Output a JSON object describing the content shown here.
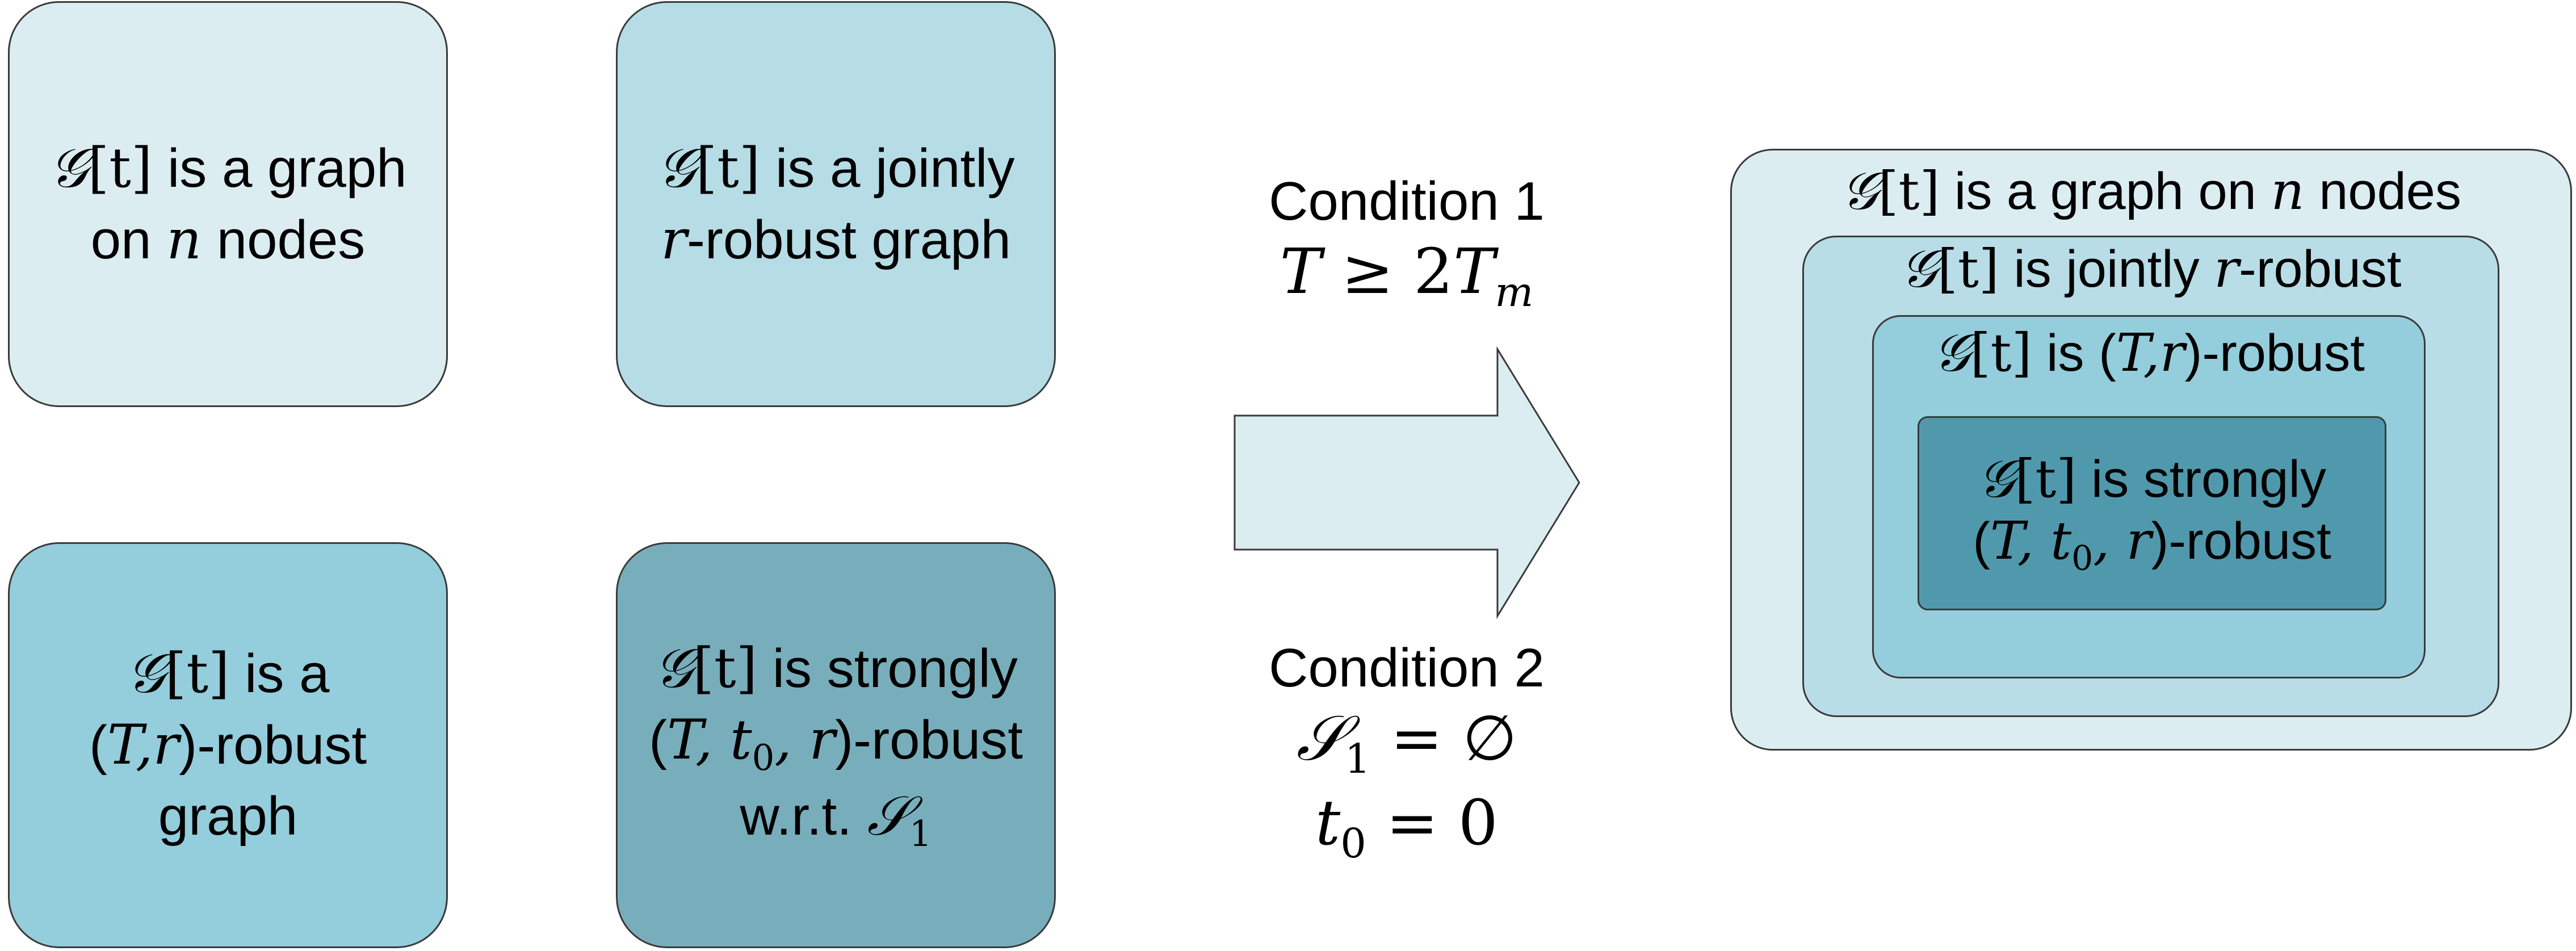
{
  "colors": {
    "box1": "#dcedf2",
    "box2": "#b6dce6",
    "box3": "#94cddb",
    "box4": "#78aebc",
    "nest1": "#dcedf2",
    "nest2": "#b8dde7",
    "nest3": "#94cddb",
    "nest4": "#5099ad",
    "arrow": "#dcedf2"
  },
  "graph_symbol": "𝒢",
  "t_symbol": "[t]",
  "boxes": {
    "box1": {
      "line1_rest": " is a graph",
      "line2_pre": "on ",
      "line2_var": "n",
      "line2_post": " nodes"
    },
    "box2": {
      "line1_rest": " is a jointly",
      "line2_var": "r",
      "line2_post": "-robust graph"
    },
    "box3": {
      "line1_rest": " is a",
      "line2_open": "(",
      "line2_math": "T,r",
      "line2_post": ")-robust",
      "line3": "graph"
    },
    "box4": {
      "line1_rest": " is strongly",
      "line2_open": "(",
      "line2_T": "T, ",
      "line2_t": "t",
      "line2_sub": "0",
      "line2_r": ", r",
      "line2_post": ")-robust",
      "line3_pre": "w.r.t. ",
      "line3_S": "𝒮",
      "line3_sub": "1"
    }
  },
  "conditions": {
    "c1_title": "Condition 1",
    "c1_expr_left": "T",
    "c1_expr_op": " ≥ 2",
    "c1_expr_right": "T",
    "c1_expr_sub": "m",
    "c2_title": "Condition 2",
    "c2_expr1_S": "𝒮",
    "c2_expr1_sub": "1",
    "c2_expr1_rest": " = ∅",
    "c2_expr2_t": "t",
    "c2_expr2_sub": "0",
    "c2_expr2_rest": " = 0"
  },
  "nested": {
    "n1": {
      "rest": " is a graph on ",
      "var": "n",
      "post": " nodes"
    },
    "n2": {
      "rest": " is jointly ",
      "var": "r",
      "post": "-robust"
    },
    "n3": {
      "rest": " is (",
      "math": "T,r",
      "post": ")-robust"
    },
    "n4": {
      "rest": " is strongly",
      "line2_open": "(",
      "line2_T": "T, ",
      "line2_t": "t",
      "line2_sub": "0",
      "line2_r": ", r",
      "line2_post": ")-robust"
    }
  }
}
